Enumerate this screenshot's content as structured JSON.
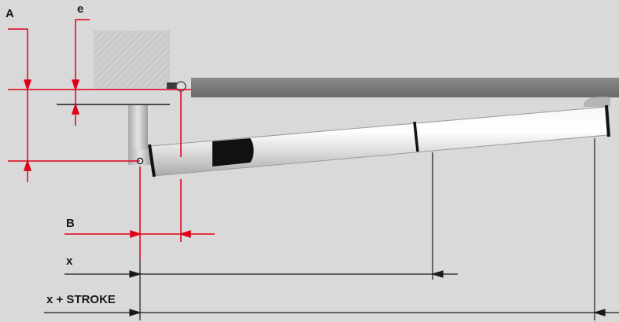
{
  "labels": {
    "dim_a": "A",
    "dim_e": "e",
    "dim_b": "B",
    "dim_x": "x",
    "dim_x_stroke": "x + STROKE"
  },
  "colors": {
    "background": "#d9d9d9",
    "dimension_red": "#e0001b",
    "dimension_black": "#1a1a1a",
    "gate_leaf": "#7a7a7a",
    "pillar": "#c9c9c9",
    "actuator_body": "#e8e8e8",
    "actuator_band": "#111111"
  }
}
